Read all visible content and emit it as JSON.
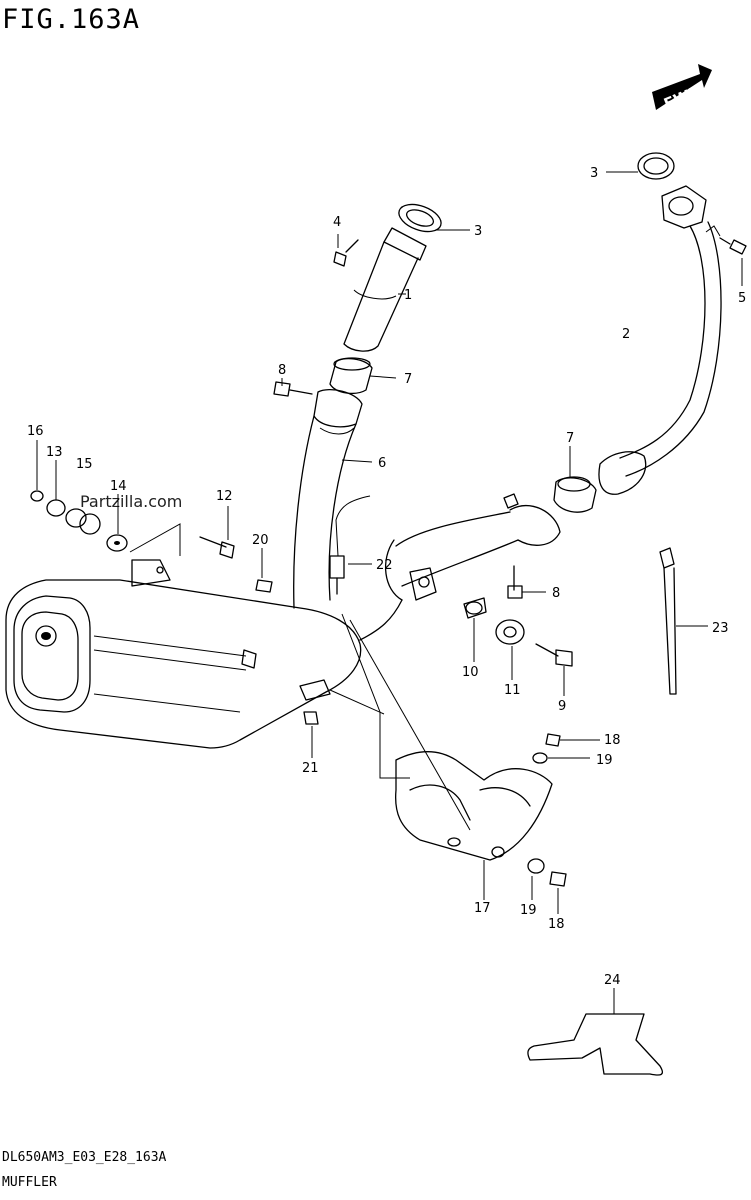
{
  "figure": {
    "title": "FIG.163A",
    "code": "DL650AM3_E03_E28_163A",
    "caption": "MUFFLER",
    "watermark": "Partzilla.com",
    "direction_badge": "FWD"
  },
  "callouts": [
    "1",
    "2",
    "3",
    "3",
    "4",
    "5",
    "6",
    "7",
    "7",
    "8",
    "8",
    "9",
    "10",
    "11",
    "12",
    "13",
    "14",
    "15",
    "16",
    "17",
    "18",
    "18",
    "19",
    "19",
    "20",
    "21",
    "22",
    "23",
    "24"
  ]
}
